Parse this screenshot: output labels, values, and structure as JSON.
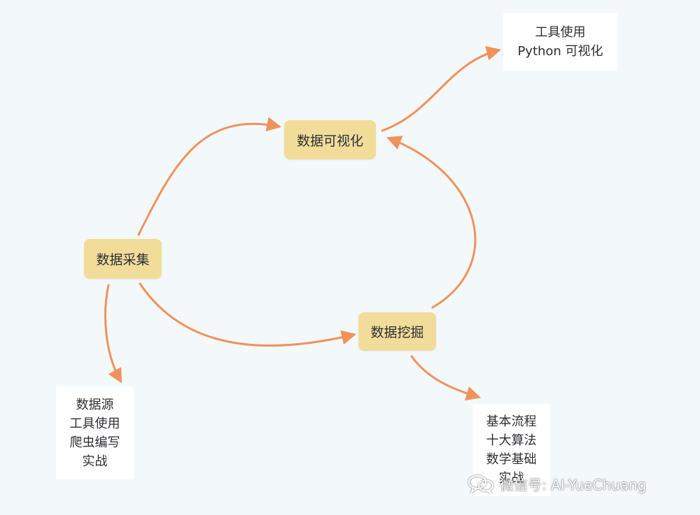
{
  "nodes": {
    "collect": "数据采集",
    "visualize": "数据可视化",
    "mining": "数据挖掘"
  },
  "notes": {
    "visualize": [
      "工具使用",
      "Python 可视化"
    ],
    "collect": [
      "数据源",
      "工具使用",
      "爬虫编写",
      "实战"
    ],
    "mining": [
      "基本流程",
      "十大算法",
      "数学基础",
      "实战"
    ]
  },
  "watermark": {
    "text": "微信号: AI-YueChuang",
    "icon": "wechat-icon"
  },
  "colors": {
    "background": "#f3f8fb",
    "node_fill": "#f1dc9a",
    "arrow": "#f0925a",
    "note_fill": "#ffffff"
  }
}
